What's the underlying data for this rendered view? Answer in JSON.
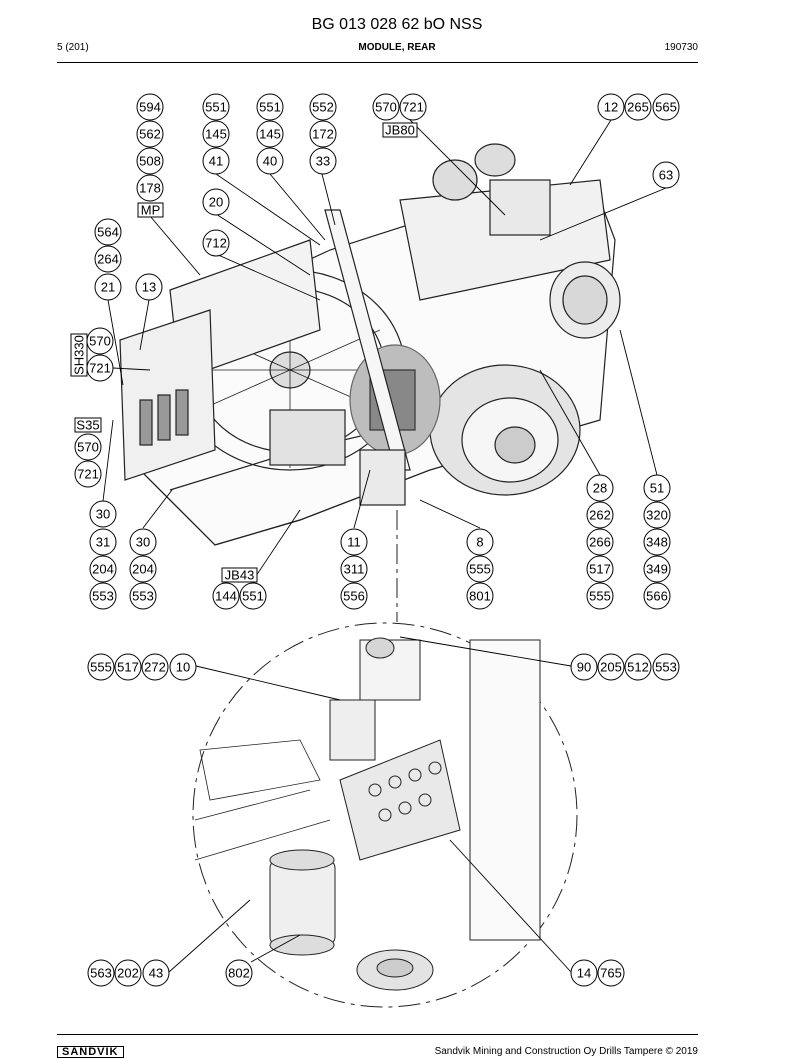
{
  "header": {
    "doc_number": "BG 013 028 62 bO NSS",
    "page": "5 (201)",
    "title": "MODULE, REAR",
    "date": "190730"
  },
  "footer": {
    "logo": "SANDVIK",
    "copyright": "Sandvik Mining and Construction Oy Drills Tampere © 2019"
  },
  "callouts": [
    "594",
    "562",
    "508",
    "178",
    "551",
    "145",
    "41",
    "551",
    "145",
    "40",
    "552",
    "172",
    "33",
    "570",
    "721",
    "12",
    "265",
    "565",
    "63",
    "20",
    "712",
    "564",
    "264",
    "21",
    "13",
    "570",
    "721",
    "570",
    "721",
    "30",
    "31",
    "204",
    "553",
    "30",
    "204",
    "553",
    "144",
    "551",
    "11",
    "311",
    "556",
    "8",
    "555",
    "801",
    "28",
    "262",
    "266",
    "517",
    "555",
    "51",
    "320",
    "348",
    "349",
    "566",
    "555",
    "517",
    "272",
    "10",
    "90",
    "205",
    "512",
    "553",
    "563",
    "202",
    "43",
    "802",
    "14",
    "765"
  ],
  "boxed_labels": [
    "MP",
    "JB80",
    "SH330",
    "S35",
    "JB43"
  ]
}
